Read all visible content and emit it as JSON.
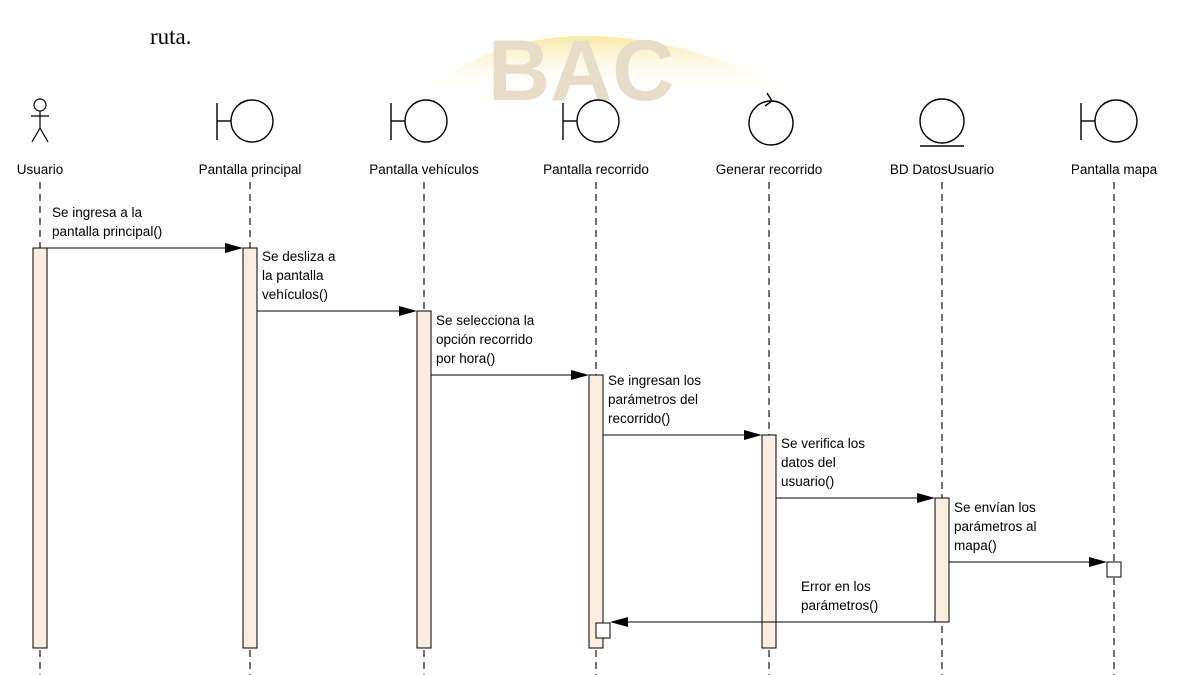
{
  "intro_text": "ruta.",
  "watermark": "BAC",
  "colors": {
    "activation_fill": "#fbeee0",
    "line": "#000000",
    "watermark_top": "#f7e38a",
    "watermark_text": "#e6dcc8"
  },
  "lifelines": [
    {
      "name": "Usuario",
      "kind": "actor",
      "icon": "actor-icon"
    },
    {
      "name": "Pantalla principal",
      "kind": "boundary",
      "icon": "boundary-icon"
    },
    {
      "name": "Pantalla vehículos",
      "kind": "boundary",
      "icon": "boundary-icon"
    },
    {
      "name": "Pantalla recorrido",
      "kind": "boundary",
      "icon": "boundary-icon"
    },
    {
      "name": "Generar recorrido",
      "kind": "control",
      "icon": "control-icon"
    },
    {
      "name": "BD DatosUsuario",
      "kind": "entity",
      "icon": "entity-icon"
    },
    {
      "name": "Pantalla mapa",
      "kind": "boundary",
      "icon": "boundary-icon"
    }
  ],
  "messages": [
    {
      "from": 0,
      "to": 1,
      "lines": [
        "Se ingresa a la",
        "pantalla principal()"
      ]
    },
    {
      "from": 1,
      "to": 2,
      "lines": [
        "Se desliza a",
        "la pantalla",
        "vehículos()"
      ]
    },
    {
      "from": 2,
      "to": 3,
      "lines": [
        "Se selecciona la",
        "opción recorrido",
        "por hora()"
      ]
    },
    {
      "from": 3,
      "to": 4,
      "lines": [
        "Se ingresan los",
        "parámetros del",
        "recorrido()"
      ]
    },
    {
      "from": 4,
      "to": 5,
      "lines": [
        "Se verifica los",
        "datos del",
        "usuario()"
      ]
    },
    {
      "from": 5,
      "to": 6,
      "lines": [
        "Se envían los",
        "parámetros al",
        "mapa()"
      ]
    },
    {
      "from": 5,
      "to": 3,
      "lines": [
        "Error en los",
        "parámetros()"
      ]
    }
  ]
}
